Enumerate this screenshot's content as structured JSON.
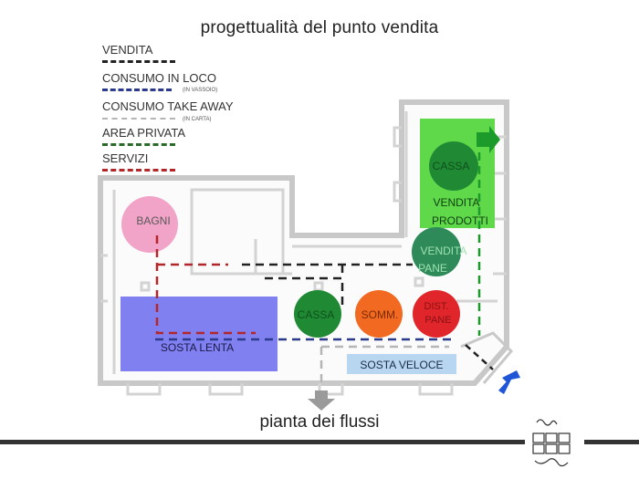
{
  "title": "progettualità del punto vendita",
  "caption": "pianta dei flussi",
  "legend": [
    {
      "label": "VENDITA",
      "color": "#222222"
    },
    {
      "label": "CONSUMO IN LOCO",
      "sub": "(IN VASSOIO)",
      "color": "#2b3a8a"
    },
    {
      "label": "CONSUMO TAKE AWAY",
      "sub": "(IN CARTA)",
      "color": "#b5b5b5"
    },
    {
      "label": "AREA PRIVATA",
      "color": "#2a6a2a"
    },
    {
      "label": "SERVIZI",
      "color": "#b3262a"
    }
  ],
  "zones": {
    "cassa_top": "CASSA",
    "vendita_prodotti": "VENDITA PRODOTTI",
    "vendita_pane": "VENDITA PANE",
    "bagni": "BAGNI",
    "cassa": "CASSA",
    "somm": "SOMM.",
    "dist_pane": "DIST. PANE",
    "sosta_lenta": "SOSTA LENTA",
    "sosta_veloce": "SOSTA VELOCE"
  },
  "colors": {
    "floor_wall": "#d8d8d8",
    "vendita_prodotti": "#5fd84a",
    "cassa_green": "#1f8a33",
    "vendita_pane": "#2f8a5a",
    "bagni": "#f2a3c8",
    "somm": "#f26a22",
    "dist_pane": "#e0262a",
    "sosta_lenta": "#8080f0",
    "sosta_veloce": "#b9d6f0",
    "entrance_arrow": "#1f55d6",
    "exit_arrow": "#9a9a9a"
  }
}
